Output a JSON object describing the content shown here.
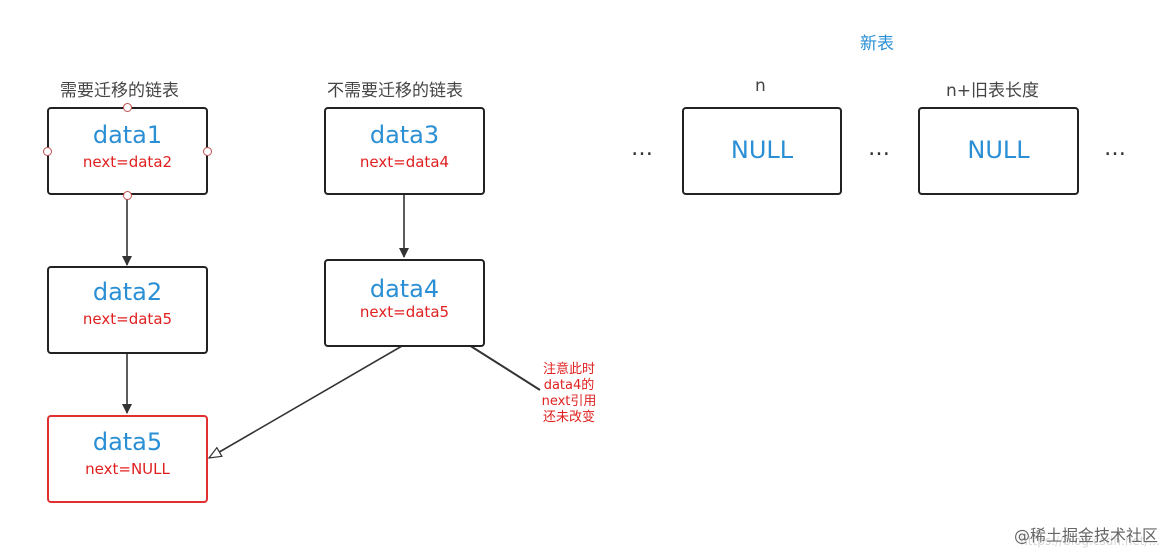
{
  "headings": {
    "migrate": "需要迁移的链表",
    "no_migrate": "不需要迁移的链表",
    "new_table": "新表",
    "n": "n",
    "n_plus": "n+旧表长度"
  },
  "nodes": {
    "data1": {
      "name": "data1",
      "next": "next=data2"
    },
    "data2": {
      "name": "data2",
      "next": "next=data5"
    },
    "data5": {
      "name": "data5",
      "next": "next=NULL"
    },
    "data3": {
      "name": "data3",
      "next": "next=data4"
    },
    "data4": {
      "name": "data4",
      "next": "next=data5"
    }
  },
  "buckets": {
    "bucket_n": "NULL",
    "bucket_n_plus": "NULL"
  },
  "ellipsis": "…",
  "note": {
    "line1": "注意此时",
    "line2": "data4的",
    "line3": "next引用",
    "line4": "还未改变"
  },
  "watermark": "@稀土掘金技术社区",
  "watermark_url": "https://blog.csdn.net/..."
}
